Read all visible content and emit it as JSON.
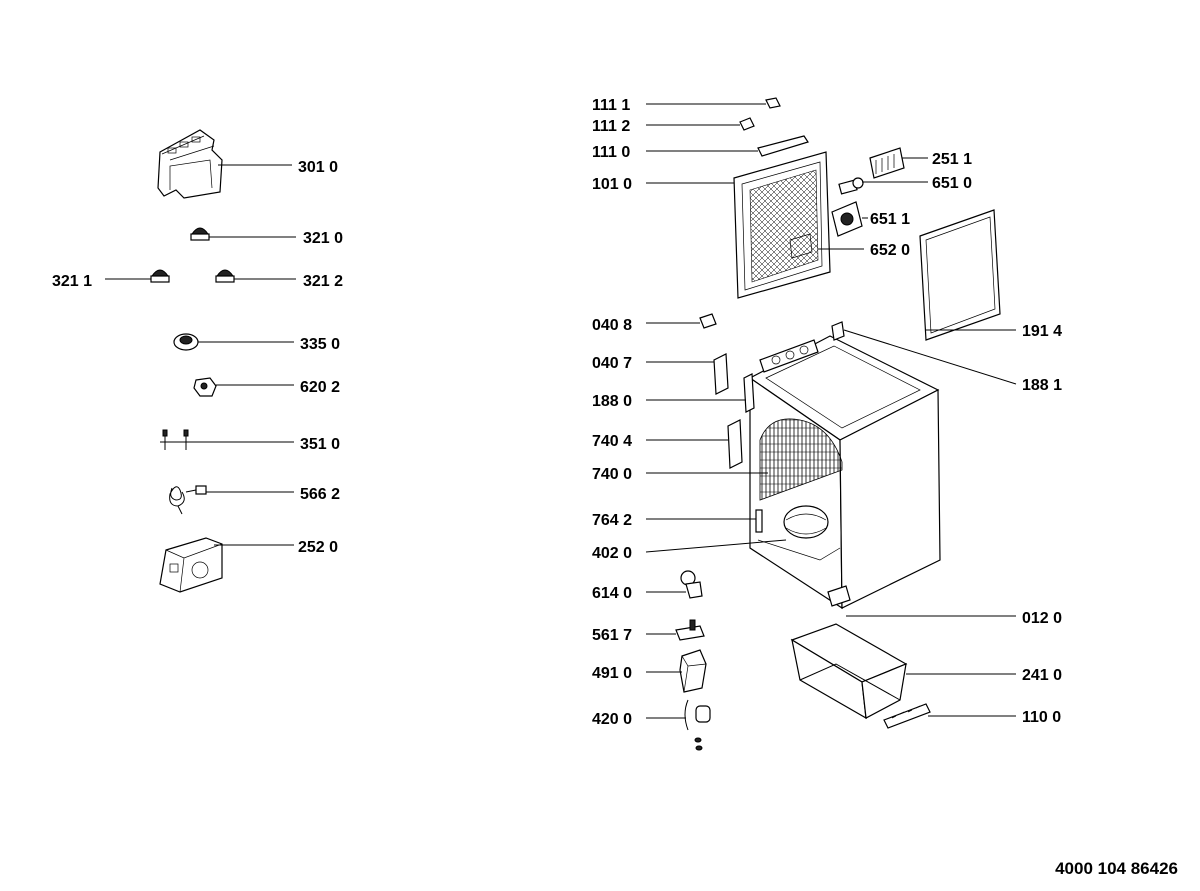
{
  "labels": {
    "p3010": "301 0",
    "p3210": "321 0",
    "p3211": "321 1",
    "p3212": "321 2",
    "p3350": "335 0",
    "p6202": "620 2",
    "p3510": "351 0",
    "p5662": "566 2",
    "p2520": "252 0",
    "p1111": "111 1",
    "p1112": "111 2",
    "p1110": "111 0",
    "p1010": "101 0",
    "p2511": "251 1",
    "p6510": "651 0",
    "p6511": "651 1",
    "p6520": "652 0",
    "p0408": "040 8",
    "p0407": "040 7",
    "p1914": "191 4",
    "p1881": "188 1",
    "p1880": "188 0",
    "p7404": "740 4",
    "p7400": "740 0",
    "p7642": "764 2",
    "p4020": "402 0",
    "p6140": "614 0",
    "p0120": "012 0",
    "p5617": "561 7",
    "p4910": "491 0",
    "p2410": "241 0",
    "p4200": "420 0",
    "p1100": "110 0"
  },
  "document_number": "4000 104 86426"
}
